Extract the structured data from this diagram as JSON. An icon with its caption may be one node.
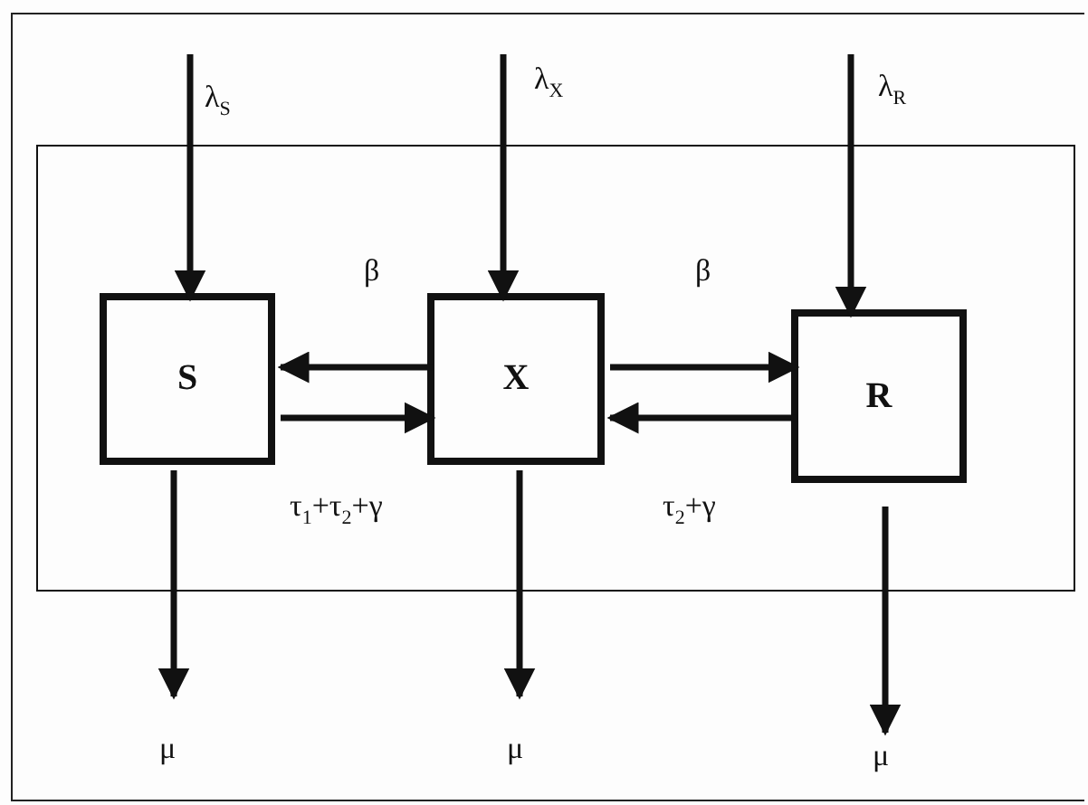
{
  "diagram": {
    "nodes": [
      {
        "text": [],
        "shape": "box"
      },
      {
        "text": [
          "S"
        ],
        "in": 0
      },
      {
        "text": [
          "X"
        ],
        "in": 0
      },
      {
        "text": [
          "R"
        ],
        "in": 0
      }
    ],
    "edges": [
      {
        "from": null,
        "to": 1,
        "arrow": "to",
        "label": "λ$_{S}$"
      },
      {
        "from": null,
        "to": 2,
        "arrow": "to",
        "label": "λ$_{X}$"
      },
      {
        "from": null,
        "to": 3,
        "arrow": "to",
        "label": "λ$_{R}$"
      },
      {
        "from": 2,
        "to": 1,
        "arrow": "to",
        "label": "β"
      },
      {
        "from": 1,
        "to": 2,
        "arrow": "to",
        "label": "τ$_{1}$+τ$_{2}$+γ"
      },
      {
        "from": 2,
        "to": 3,
        "arrow": "to",
        "label": "β"
      },
      {
        "from": 3,
        "to": 2,
        "arrow": "to",
        "label": "τ$_{2}$+γ"
      },
      {
        "from": 1,
        "to": null,
        "arrow": "to",
        "label": "μ"
      },
      {
        "from": 2,
        "to": null,
        "arrow": "to",
        "label": "μ"
      },
      {
        "from": 3,
        "to": null,
        "arrow": "to",
        "label": "μ"
      }
    ]
  }
}
